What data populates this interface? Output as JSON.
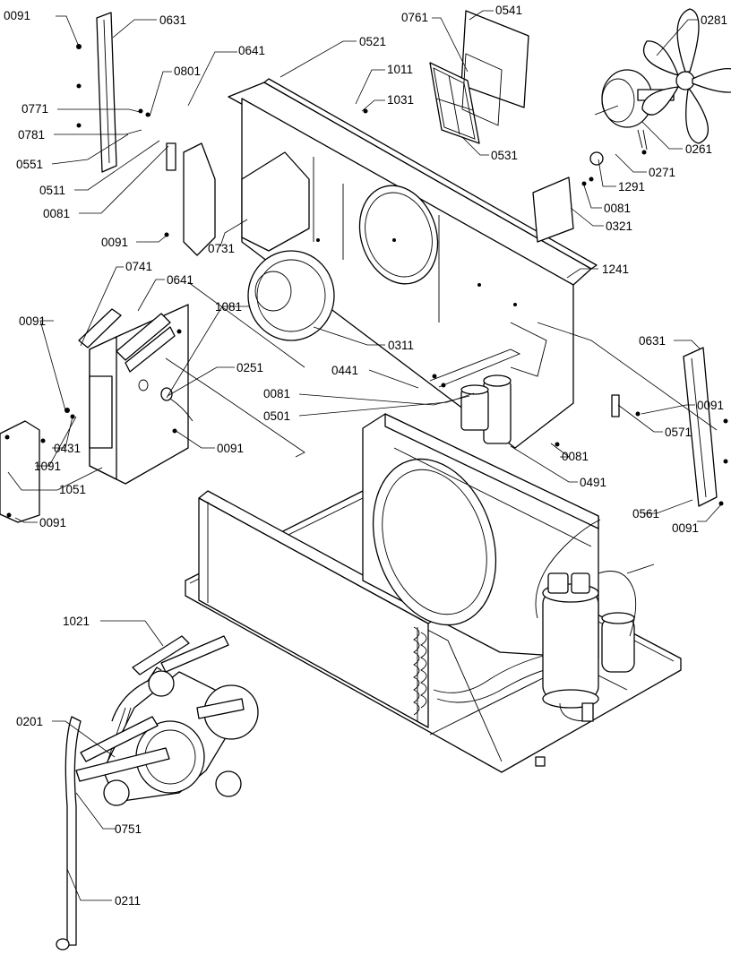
{
  "diagram": {
    "labels": [
      {
        "id": "p0091a",
        "text": "0091"
      },
      {
        "id": "p0631a",
        "text": "0631"
      },
      {
        "id": "p0641a",
        "text": "0641"
      },
      {
        "id": "p0521",
        "text": "0521"
      },
      {
        "id": "p0761",
        "text": "0761"
      },
      {
        "id": "p0541",
        "text": "0541"
      },
      {
        "id": "p0281",
        "text": "0281"
      },
      {
        "id": "p0801",
        "text": "0801"
      },
      {
        "id": "p1011",
        "text": "1011"
      },
      {
        "id": "p0771",
        "text": "0771"
      },
      {
        "id": "p1031",
        "text": "1031"
      },
      {
        "id": "p0781",
        "text": "0781"
      },
      {
        "id": "p0551",
        "text": "0551"
      },
      {
        "id": "p0531",
        "text": "0531"
      },
      {
        "id": "p0261",
        "text": "0261"
      },
      {
        "id": "p0511",
        "text": "0511"
      },
      {
        "id": "p0271",
        "text": "0271"
      },
      {
        "id": "p1291",
        "text": "1291"
      },
      {
        "id": "p0081a",
        "text": "0081"
      },
      {
        "id": "p0081b",
        "text": "0081"
      },
      {
        "id": "p0321",
        "text": "0321"
      },
      {
        "id": "p0091b",
        "text": "0091"
      },
      {
        "id": "p0731",
        "text": "0731"
      },
      {
        "id": "p0741",
        "text": "0741"
      },
      {
        "id": "p0641b",
        "text": "0641"
      },
      {
        "id": "p1241",
        "text": "1241"
      },
      {
        "id": "p1081",
        "text": "1081"
      },
      {
        "id": "p0091c",
        "text": "0091"
      },
      {
        "id": "p0311",
        "text": "0311"
      },
      {
        "id": "p0631b",
        "text": "0631"
      },
      {
        "id": "p0251",
        "text": "0251"
      },
      {
        "id": "p0441",
        "text": "0441"
      },
      {
        "id": "p0081c",
        "text": "0081"
      },
      {
        "id": "p0091d",
        "text": "0091"
      },
      {
        "id": "p0501",
        "text": "0501"
      },
      {
        "id": "p0571",
        "text": "0571"
      },
      {
        "id": "p0431",
        "text": "0431"
      },
      {
        "id": "p0091e",
        "text": "0091"
      },
      {
        "id": "p0081d",
        "text": "0081"
      },
      {
        "id": "p1091",
        "text": "1091"
      },
      {
        "id": "p0491",
        "text": "0491"
      },
      {
        "id": "p1051",
        "text": "1051"
      },
      {
        "id": "p0561",
        "text": "0561"
      },
      {
        "id": "p0091f",
        "text": "0091"
      },
      {
        "id": "p0091g",
        "text": "0091"
      },
      {
        "id": "p1021",
        "text": "1021"
      },
      {
        "id": "p0201",
        "text": "0201"
      },
      {
        "id": "p0751",
        "text": "0751"
      },
      {
        "id": "p0211",
        "text": "0211"
      }
    ]
  }
}
